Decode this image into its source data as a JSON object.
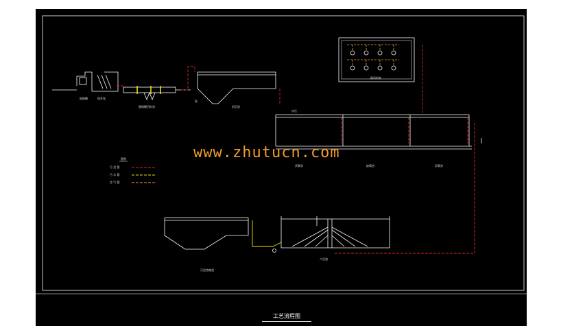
{
  "drawing": {
    "title": "工艺流程图",
    "watermark": "www.zhutucn.com"
  },
  "colors": {
    "background": "#000000",
    "outline": "#ffffff",
    "sludge_line": "#e02424",
    "water_line": "#f0e000",
    "air_line": "#f5a623",
    "watermark": "#f29a2e"
  },
  "legend": {
    "items": [
      {
        "label": "污 泥 管",
        "color": "#e02424"
      },
      {
        "label": "污 水 管",
        "color": "#f0e000"
      },
      {
        "label": "空 气 管",
        "color": "#f5a623"
      }
    ]
  },
  "icons": [
    "blower-icon",
    "aeration-diffuser-icon",
    "pump-icon"
  ]
}
